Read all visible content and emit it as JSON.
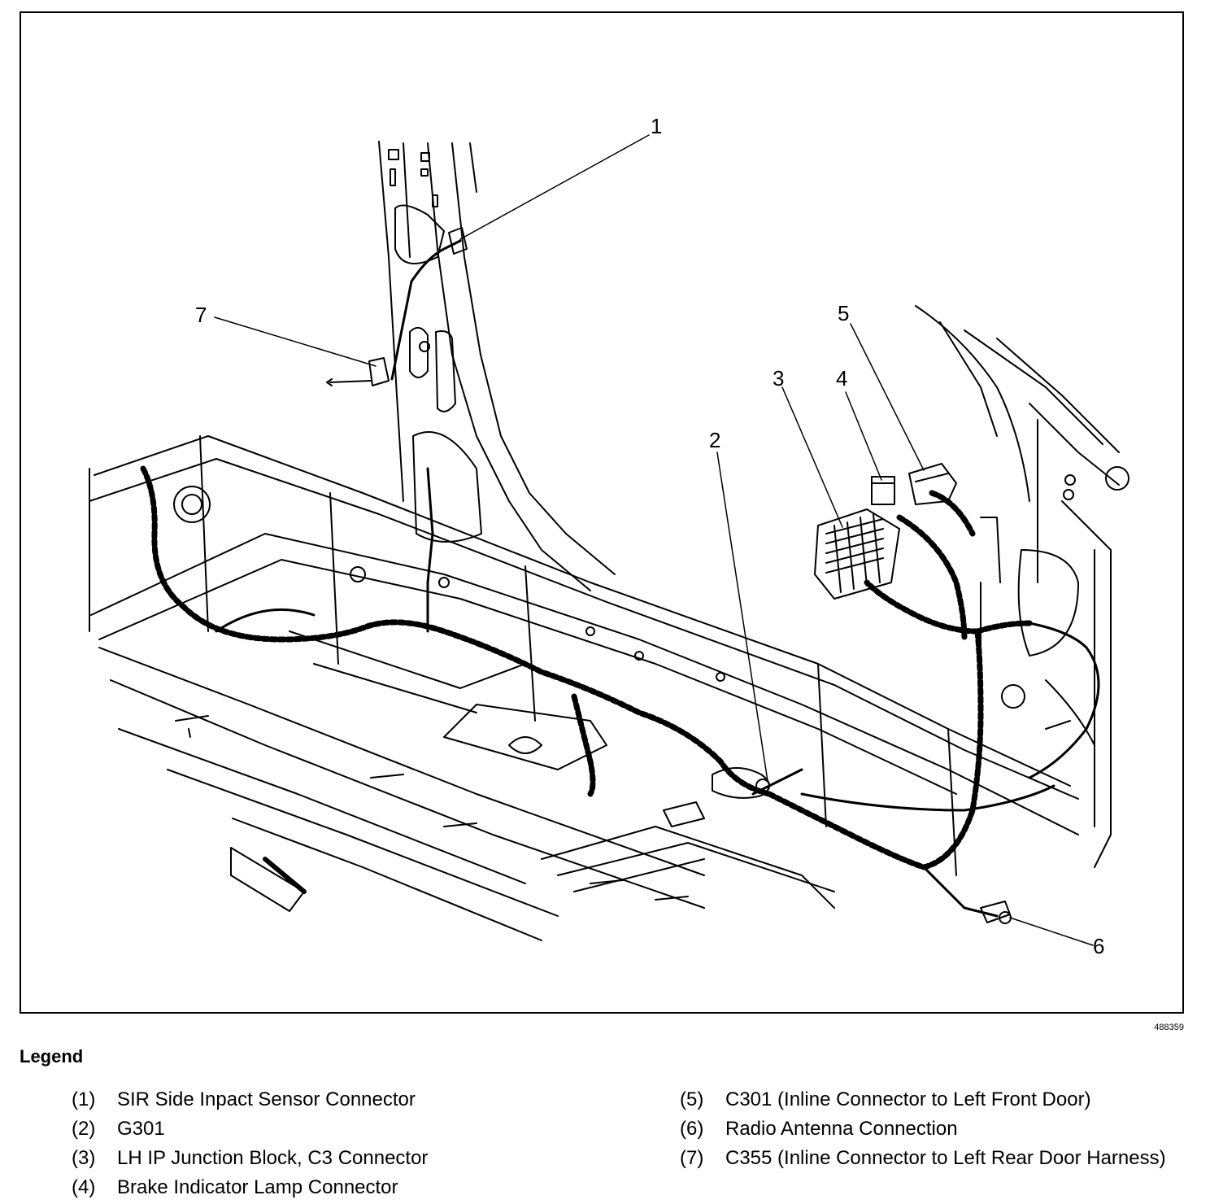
{
  "diagram": {
    "callouts": [
      "1",
      "2",
      "3",
      "4",
      "5",
      "6",
      "7"
    ]
  },
  "figure_id": "488359",
  "legend": {
    "title": "Legend",
    "items": [
      {
        "num": "(1)",
        "text": "SIR Side Inpact Sensor Connector"
      },
      {
        "num": "(2)",
        "text": "G301"
      },
      {
        "num": "(3)",
        "text": "LH IP Junction Block, C3 Connector"
      },
      {
        "num": "(4)",
        "text": "Brake Indicator Lamp Connector"
      },
      {
        "num": "(5)",
        "text": "C301 (Inline Connector to Left Front Door)"
      },
      {
        "num": "(6)",
        "text": "Radio Antenna Connection"
      },
      {
        "num": "(7)",
        "text": "C355 (Inline Connector to Left Rear Door Harness)"
      }
    ]
  }
}
